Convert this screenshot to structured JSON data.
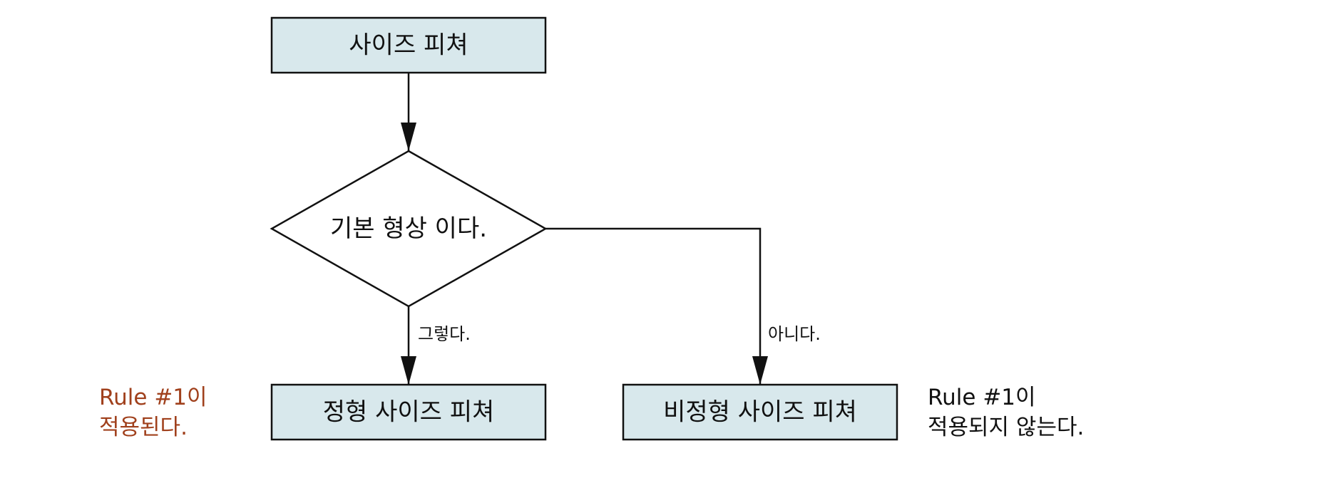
{
  "nodes": {
    "start": {
      "label": "사이즈 피쳐"
    },
    "decision": {
      "label": "기본 형상 이다."
    },
    "regular": {
      "label": "정형 사이즈 피쳐"
    },
    "irregular": {
      "label": "비정형 사이즈 피쳐"
    }
  },
  "branches": {
    "yes": {
      "label": "그렇다."
    },
    "no": {
      "label": "아니다."
    }
  },
  "notes": {
    "left": {
      "line1": "Rule #1이",
      "line2": "적용된다.",
      "color": "#a0401c"
    },
    "right": {
      "line1": "Rule #1이",
      "line2": "적용되지 않는다.",
      "color": "#111111"
    }
  },
  "colors": {
    "box_fill": "#d8e8ec",
    "stroke": "#111111"
  }
}
